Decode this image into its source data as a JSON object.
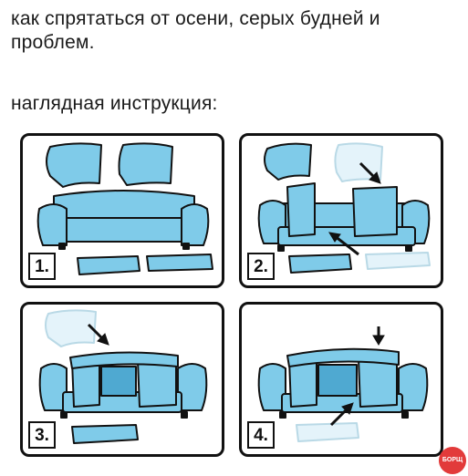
{
  "caption": {
    "title": "как спрятаться от осени, серых будней и проблем.",
    "subtitle": "наглядная инструкция:"
  },
  "steps": [
    {
      "number": "1."
    },
    {
      "number": "2."
    },
    {
      "number": "3."
    },
    {
      "number": "4."
    }
  ],
  "colors": {
    "cushion_blue": "#7fcbe9",
    "cushion_dark": "#4fa9d1",
    "ghost": "#e4f3fa",
    "outline": "#111111",
    "arrow": "#111111",
    "watermark": "#e23a3a"
  },
  "watermark": {
    "text": "БОРЩ"
  }
}
